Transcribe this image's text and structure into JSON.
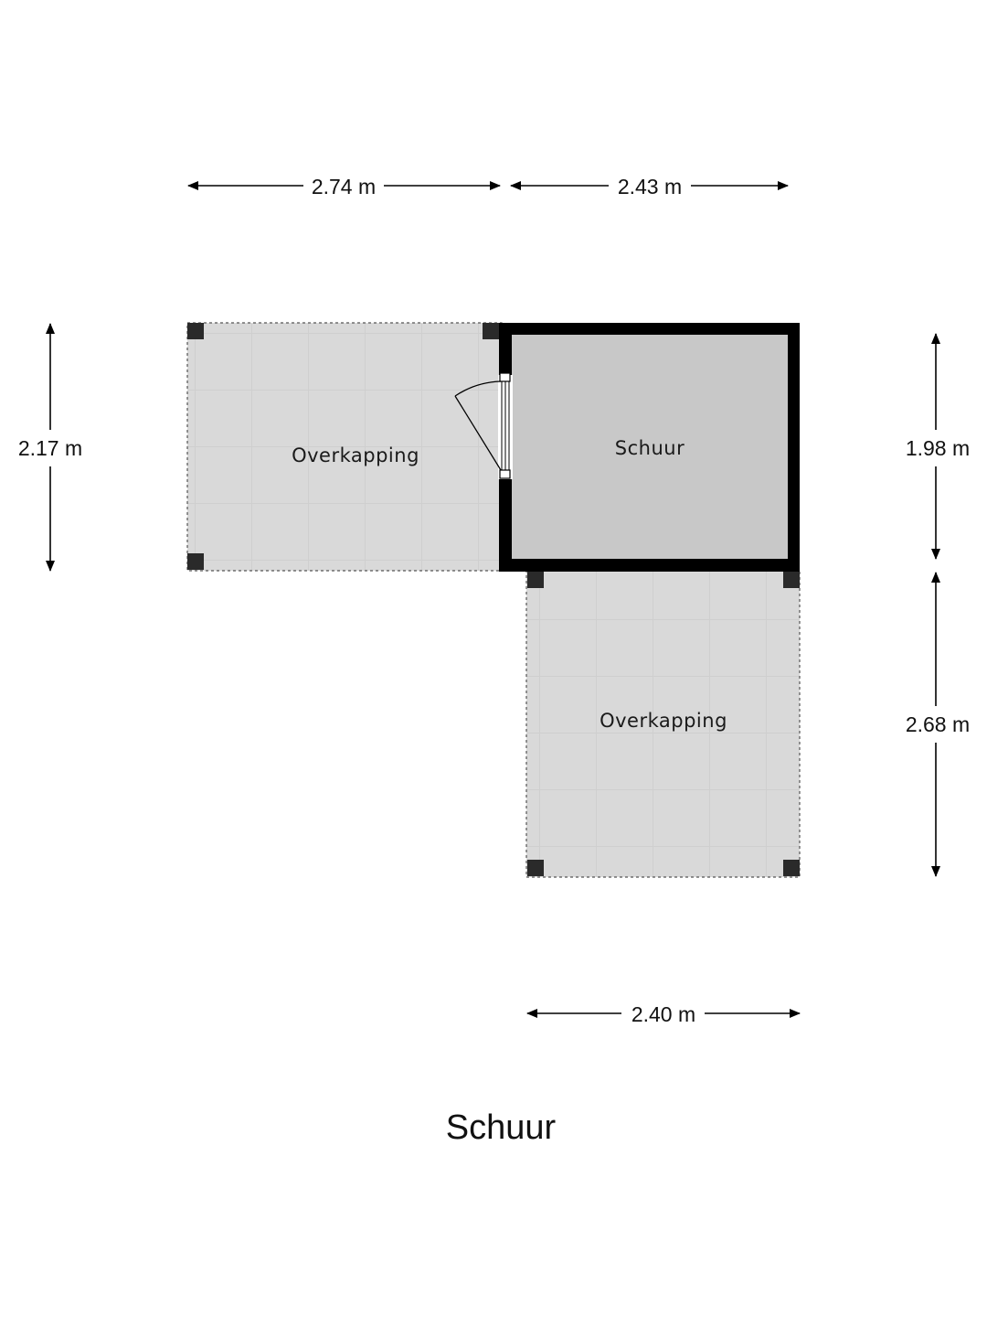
{
  "plan": {
    "title": "Schuur",
    "rooms": {
      "overkapping_west": "Overkapping",
      "schuur": "Schuur",
      "overkapping_south": "Overkapping"
    },
    "dimensions": {
      "top_left": "2.74 m",
      "top_right": "2.43 m",
      "left": "2.17 m",
      "right_upper": "1.98 m",
      "right_lower": "2.68 m",
      "bottom": "2.40 m"
    },
    "colors": {
      "covered_floor": "#d9d9d9",
      "room_floor": "#c8c8c8",
      "wall": "#000000",
      "post": "#2a2a2a",
      "background": "#ffffff"
    }
  }
}
